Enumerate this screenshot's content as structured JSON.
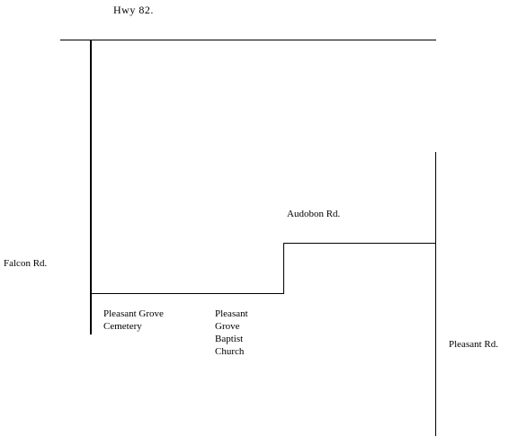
{
  "map": {
    "labels": {
      "hwy82": "Hwy 82.",
      "falcon_rd": "Falcon Rd.",
      "audobon_rd": "Audobon Rd.",
      "pleasant_rd": "Pleasant Rd.",
      "cemetery_line1": "Pleasant Grove",
      "cemetery_line2": "Cemetery",
      "church_line1": "Pleasant",
      "church_line2": "Grove",
      "church_line3": "Baptist",
      "church_line4": "Church"
    },
    "line_color": "#000000",
    "background_color": "#ffffff"
  }
}
